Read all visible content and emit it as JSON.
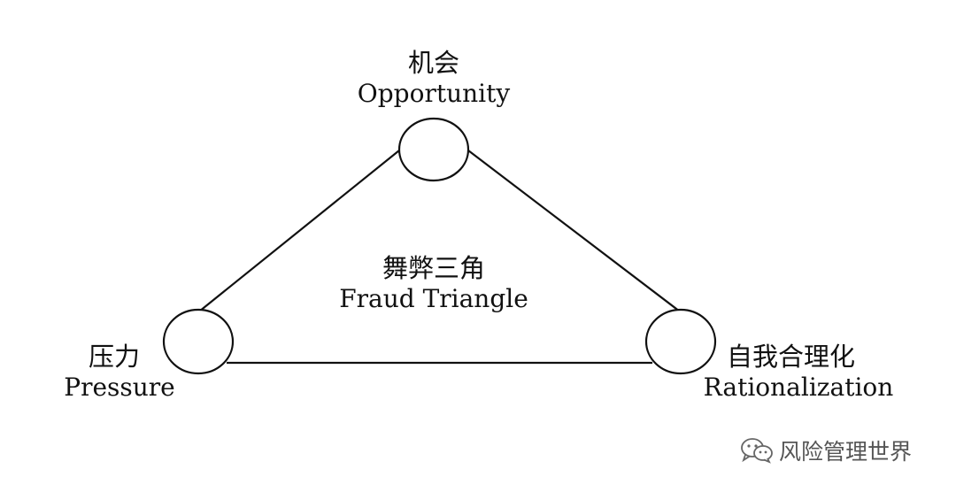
{
  "diagram": {
    "nodes": {
      "top": {
        "zh": "机会",
        "en": "Opportunity"
      },
      "left": {
        "zh": "压力",
        "en": "Pressure"
      },
      "right": {
        "zh": "自我合理化",
        "en": "Rationalization"
      }
    },
    "center": {
      "zh": "舞弊三角",
      "en": "Fraud Triangle"
    }
  },
  "watermark": {
    "text": "风险管理世界",
    "icon": "wechat-icon"
  }
}
